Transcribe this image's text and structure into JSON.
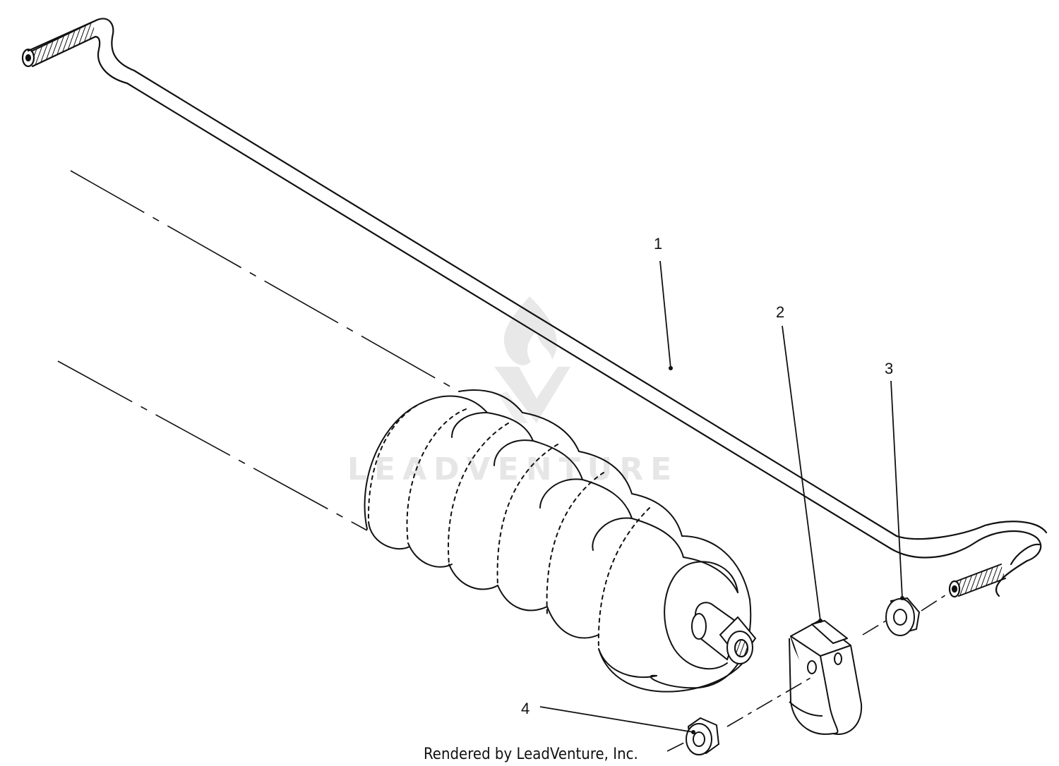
{
  "callouts": {
    "c1": "1",
    "c2": "2",
    "c3": "3",
    "c4": "4"
  },
  "credit": "Rendered by LeadVenture, Inc.",
  "watermark": "LEADVENTURE",
  "colors": {
    "line": "#111111",
    "watermark": "#e6e6e6"
  }
}
